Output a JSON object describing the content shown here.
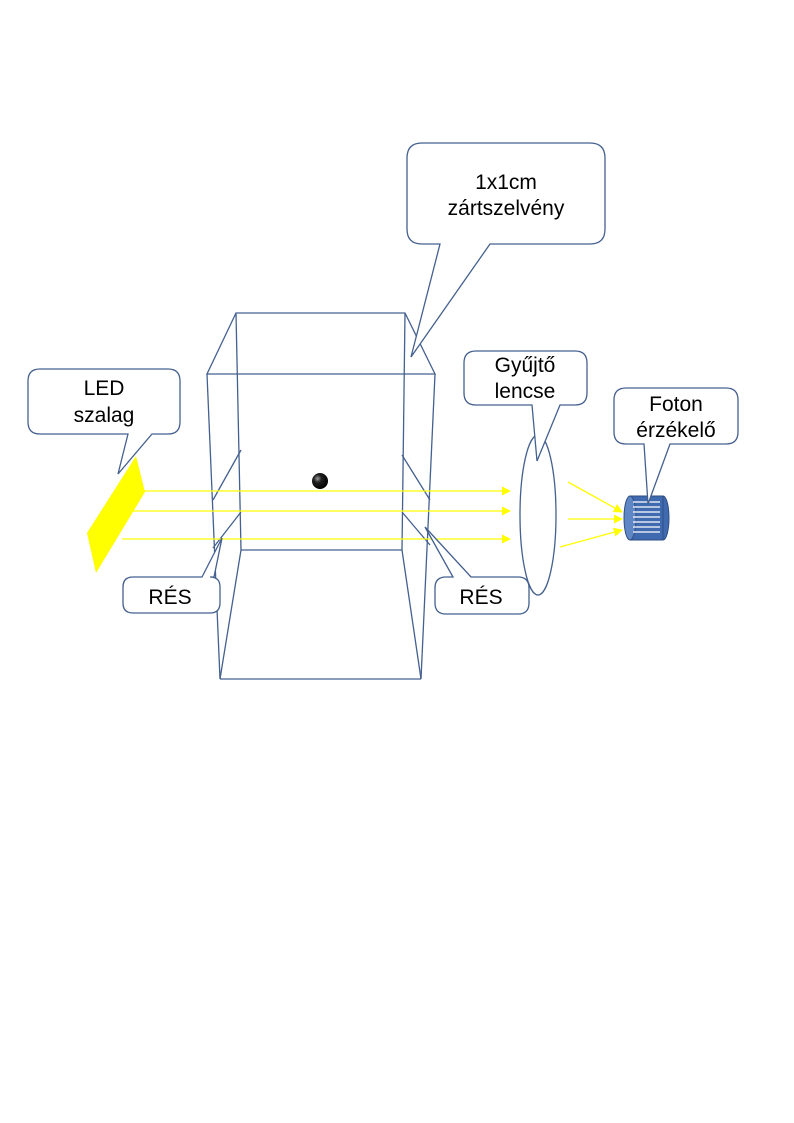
{
  "labels": {
    "tube_line1": "1x1cm",
    "tube_line2": "zártszelvény",
    "led_line1": "LED",
    "led_line2": "szalag",
    "lens_line1": "Gyűjtő",
    "lens_line2": "lencse",
    "detector_line1": "Foton",
    "detector_line2": "érzékelő",
    "slit_left": "RÉS",
    "slit_right": "RÉS"
  },
  "colors": {
    "outline": "#44608f",
    "light": "#ffff00",
    "led": "#ffff00",
    "detector": "#3f6aaf",
    "ball": "#000000"
  },
  "icons": {
    "ball": "ball",
    "detector": "photodetector-icon",
    "led": "led-strip",
    "lens": "converging-lens"
  }
}
